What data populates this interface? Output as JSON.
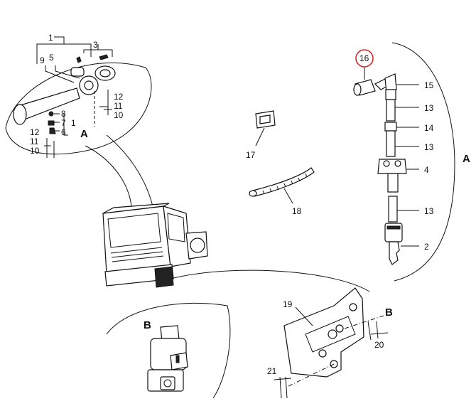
{
  "callouts": {
    "c1": "1",
    "c3": "3",
    "c9": "9",
    "c5": "5",
    "c12a": "12",
    "c11a": "11",
    "c10a": "10",
    "c8": "8",
    "c7": "7",
    "c6": "6",
    "c1b": "1",
    "c12b": "12",
    "c11b": "11",
    "c10b": "10",
    "c16": "16",
    "c15": "15",
    "c13a": "13",
    "c14": "14",
    "c13b": "13",
    "c4": "4",
    "c13c": "13",
    "c2": "2",
    "c17": "17",
    "c18": "18",
    "c19": "19",
    "c20": "20",
    "c21": "21"
  },
  "views": {
    "a_left": "A",
    "a_right": "A",
    "b_left": "B",
    "b_right": "B"
  },
  "highlight_color": "#d42a2a"
}
